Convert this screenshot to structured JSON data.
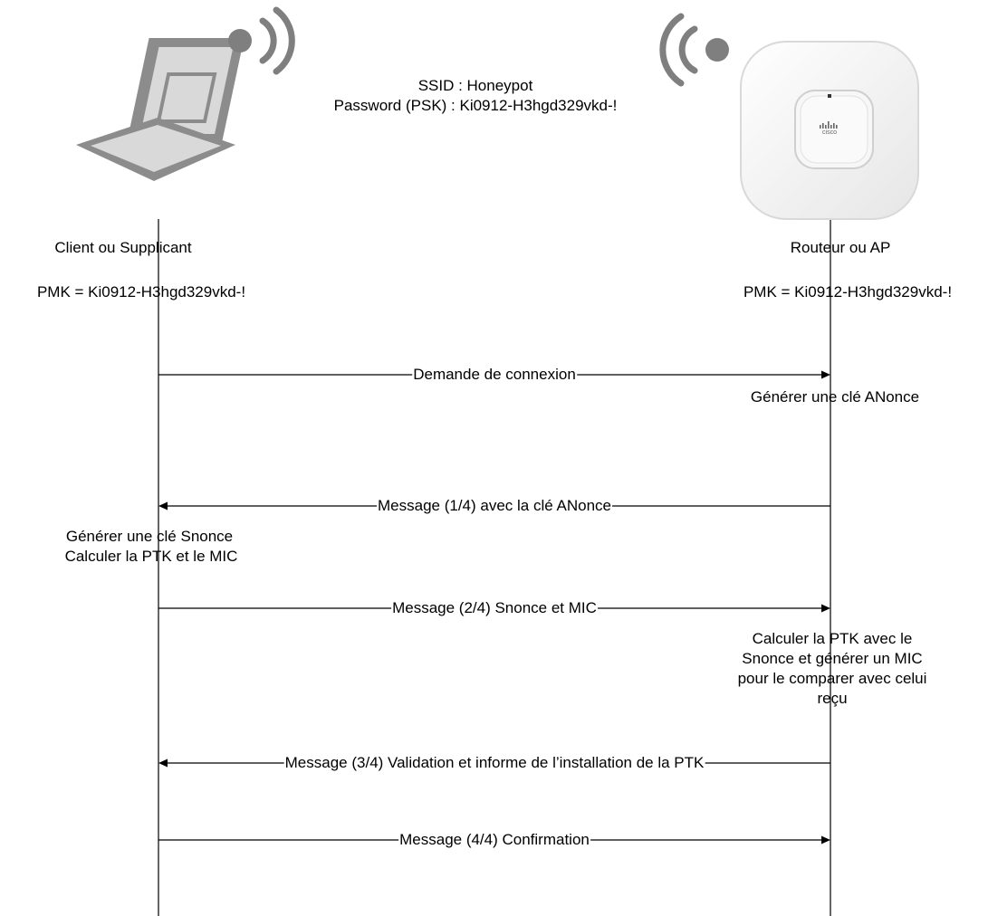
{
  "network": {
    "ssid_line": "SSID : Honeypot",
    "psk_line": "Password (PSK) : Ki0912-H3hgd329vkd-!"
  },
  "client": {
    "name": "Client ou Supplicant",
    "pmk": "PMK = Ki0912-H3hgd329vkd-!",
    "step2_lines": [
      "Générer une clé Snonce",
      "Calculer la PTK et le MIC"
    ]
  },
  "ap": {
    "name": "Routeur ou AP",
    "pmk": "PMK = Ki0912-H3hgd329vkd-!",
    "logo_text": "cisco",
    "step1": "Générer une clé ANonce",
    "step3_lines": [
      "Calculer la PTK avec le",
      "Snonce et générer un MIC",
      "pour le comparer avec celui",
      "reçu"
    ]
  },
  "messages": [
    {
      "label": "Demande de connexion",
      "direction": "client-to-ap"
    },
    {
      "label": "Message (1/4) avec la clé ANonce",
      "direction": "ap-to-client"
    },
    {
      "label": "Message (2/4) Snonce et MIC",
      "direction": "client-to-ap"
    },
    {
      "label": "Message (3/4) Validation et informe de l’installation de la  PTK",
      "direction": "ap-to-client"
    },
    {
      "label": "Message (4/4) Confirmation",
      "direction": "client-to-ap"
    }
  ],
  "colors": {
    "laptop_outer": "#8c8c8c",
    "laptop_inner": "#d9d9d9",
    "wifi_waves": "#7f7f7f",
    "ap_body": "#f2f2f2",
    "ap_border": "#d9d9d9",
    "line": "#000000"
  },
  "icons": [
    "laptop-icon",
    "wifi-signal-icon",
    "access-point-icon"
  ]
}
